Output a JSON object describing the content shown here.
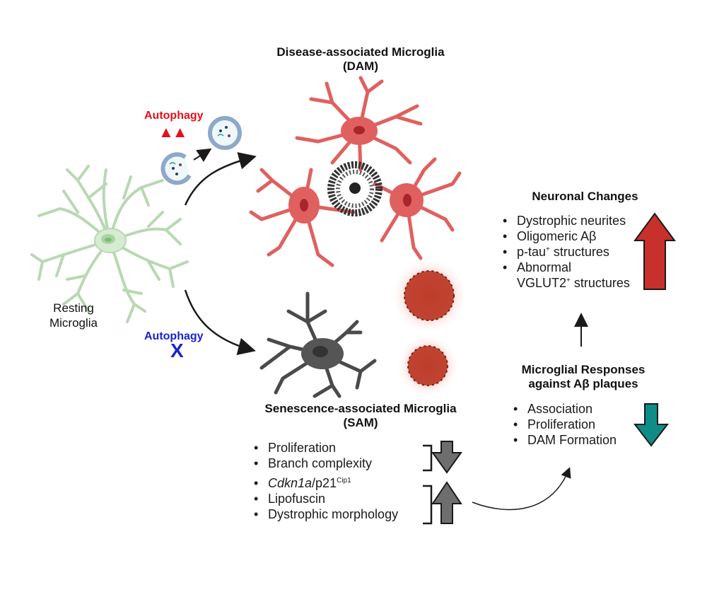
{
  "dam": {
    "title_line1": "Disease-associated Microglia",
    "title_line2": "(DAM)"
  },
  "resting": {
    "label_line1": "Resting",
    "label_line2": "Microglia"
  },
  "autophagy_up": {
    "label": "Autophagy",
    "indicator": "▲▲",
    "color": "#e4101c"
  },
  "autophagy_blocked": {
    "label": "Autophagy",
    "indicator": "X",
    "color": "#1a22d4"
  },
  "sam": {
    "title_line1": "Senescence-associated Microglia",
    "title_line2": "(SAM)",
    "decreased": [
      "Proliferation",
      "Branch complexity"
    ],
    "increased_gene_italic": "Cdkn1a",
    "increased_gene_rest": "/p21",
    "increased_gene_sup": "Cip1",
    "increased": [
      "Lipofuscin",
      "Dystrophic morphology"
    ],
    "box_color": "#e8e8e8",
    "arrow_color": "#6e6e6e"
  },
  "neuronal": {
    "title": "Neuronal Changes",
    "items": [
      "Dystrophic neurites",
      "Oligomeric Aβ"
    ],
    "ptau_main": "p-tau",
    "ptau_sup": "+",
    "ptau_rest": " structures",
    "abnormal": "Abnormal",
    "vglut_main": "VGLUT2",
    "vglut_sup": "+",
    "vglut_rest": " structures",
    "box_color": "#fbe6e6",
    "arrow_color": "#c8302c",
    "direction": "up"
  },
  "responses": {
    "title_line1": "Microglial Responses",
    "title_line2": "against Aβ plaques",
    "items": [
      "Association",
      "Proliferation",
      "DAM Formation"
    ],
    "box_color": "#e7f3f1",
    "arrow_color": "#0f8c86",
    "direction": "down"
  },
  "colors": {
    "resting_cell": "#cfe6cc",
    "dam_cell": "#e0605f",
    "sam_cell": "#4a4a4a",
    "plaque": "#b3301e"
  }
}
